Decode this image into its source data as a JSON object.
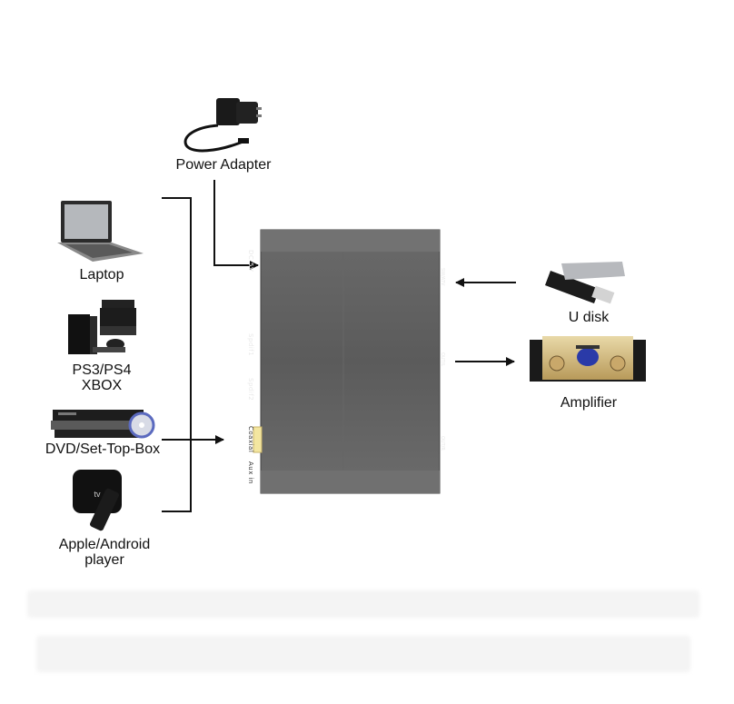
{
  "sources": {
    "power_adapter": "Power Adapter",
    "laptop": "Laptop",
    "console_line1": "PS3/PS4",
    "console_line2": "XBOX",
    "dvd": "DVD/Set-Top-Box",
    "player_line1": "Apple/Android",
    "player_line2": "player"
  },
  "outputs": {
    "udisk": "U disk",
    "amplifier": "Amplifier"
  },
  "device": {
    "left_ports": {
      "dc": "DC 5V",
      "spdif1": "Spdif1",
      "spdif2": "Spdif2",
      "coaxial": "Coaxial",
      "aux": "Aux in"
    },
    "right_ports": {
      "usb": "SW/ATV",
      "out": "OUT/L",
      "rout": "OUT/R"
    }
  },
  "colors": {
    "device_body": "#5f5f5f",
    "arrow": "#111111",
    "coax_port": "#f3e6a0"
  }
}
